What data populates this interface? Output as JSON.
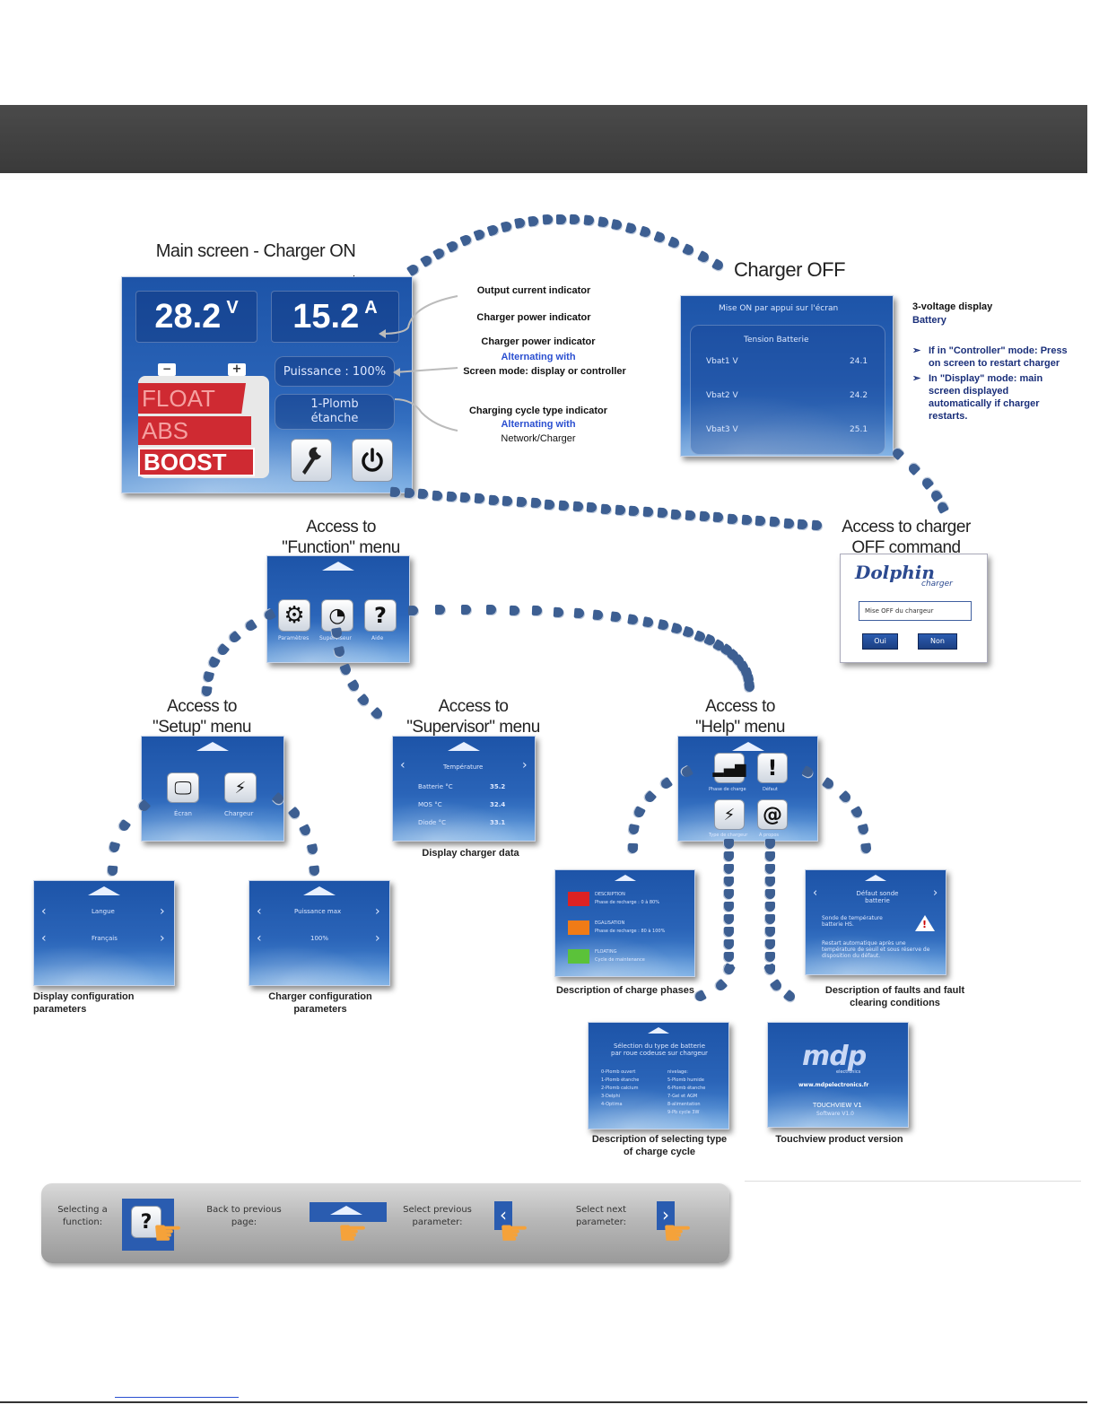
{
  "main_screen": {
    "title": "Main screen - Charger ON",
    "voltage": "28.2",
    "voltage_unit": "V",
    "current": "15.2",
    "current_unit": "A",
    "power": "Puissance : 100%",
    "battery_type_line1": "1-Plomb",
    "battery_type_line2": "étanche",
    "phases": [
      "FLOAT",
      "ABS",
      "BOOST"
    ],
    "wrench_icon": "wrench-icon",
    "power_icon": "power-icon"
  },
  "annotations": {
    "output_current": "Output current indicator",
    "power_indicator": "Charger power indicator",
    "power_indicator_2": "Charger power indicator",
    "alternating_1": "Alternating with",
    "screen_mode": "Screen mode: display or controller",
    "cycle_type": "Charging cycle type indicator",
    "alternating_2": "Alternating with",
    "network_charger": "Network/Charger"
  },
  "charger_off": {
    "title": "Charger OFF",
    "top_text": "Mise ON par appui sur l'écran",
    "panel_title": "Tension Batterie",
    "rows": [
      {
        "label": "Vbat1 V",
        "value": "24.1"
      },
      {
        "label": "Vbat2 V",
        "value": "24.2"
      },
      {
        "label": "Vbat3 V",
        "value": "25.1"
      }
    ],
    "desc_title": "3-voltage display",
    "desc_sub": "Battery",
    "bullets": [
      "If in \"Controller\" mode: Press on screen to restart charger",
      "In \"Display\" mode: main screen displayed automatically if charger restarts."
    ]
  },
  "off_command": {
    "title_line1": "Access to charger",
    "title_line2": "OFF command",
    "brand": "Dolphin",
    "brand_sub": "charger",
    "field_text": "Mise OFF du chargeur",
    "btn_yes": "Oui",
    "btn_no": "Non"
  },
  "function_menu": {
    "title_line1": "Access to",
    "title_line2": "\"Function\" menu",
    "labels": [
      "Paramètres",
      "Superviseur",
      "Aide"
    ]
  },
  "setup_menu": {
    "title_line1": "Access to",
    "title_line2": "\"Setup\" menu",
    "labels": [
      "Écran",
      "Chargeur"
    ]
  },
  "supervisor_menu": {
    "title_line1": "Access to",
    "title_line2": "\"Supervisor\" menu",
    "panel_title": "Température",
    "rows": [
      {
        "label": "Batterie °C",
        "value": "35.2"
      },
      {
        "label": "MOS °C",
        "value": "32.4"
      },
      {
        "label": "Diode °C",
        "value": "33.1"
      }
    ],
    "caption": "Display charger data"
  },
  "help_menu": {
    "title_line1": "Access to",
    "title_line2": "\"Help\" menu",
    "labels": [
      "Phase de charge",
      "Défaut",
      "Type de chargeur",
      "A propos"
    ]
  },
  "display_config": {
    "row1": "Langue",
    "row2": "Français",
    "caption_line1": "Display configuration",
    "caption_line2": "parameters"
  },
  "charger_config": {
    "row1": "Puissance max",
    "row2": "100%",
    "caption_line1": "Charger configuration",
    "caption_line2": "parameters"
  },
  "charge_phases": {
    "items": [
      {
        "name": "DESCRIPTION",
        "text": "Phase de recharge : 0 à 80%"
      },
      {
        "name": "EGALISATION",
        "text": "Phase de recharge : 80 à 100%"
      },
      {
        "name": "FLOATING",
        "text": "Cycle de maintenance"
      }
    ],
    "caption": "Description of charge phases"
  },
  "faults": {
    "panel_title_line1": "Défaut sonde",
    "panel_title_line2": "batterie",
    "text1": "Sonde de température batterie HS.",
    "text2": "Restart automatique après une température de seuil et sous réserve de disposition du défaut.",
    "caption_line1": "Description of faults and fault",
    "caption_line2": "clearing conditions"
  },
  "cycle_select": {
    "title_line1": "Sélection du type de batterie",
    "title_line2": "par roue codeuse sur chargeur",
    "left": [
      "0-Plomb ouvert",
      "1-Plomb étanche",
      "2-Plomb calcium",
      "3-Delphi",
      "4-Optima"
    ],
    "right": [
      "nivelage:",
      "5-Plomb humide",
      "6-Plomb étanche",
      "7-Gel et AGM",
      "8-alimentation",
      "9-Pb cycle 3W"
    ],
    "caption_line1": "Description of selecting type",
    "caption_line2": "of charge cycle"
  },
  "version": {
    "logo": "mdp",
    "logo_sub": "electronics",
    "url": "www.mdpelectronics.fr",
    "product": "TOUCHVIEW V1",
    "software": "Software V1.0",
    "caption": "Touchview product version"
  },
  "legend": {
    "select_function": "Selecting a function:",
    "back": "Back to previous page:",
    "prev_param": "Select previous parameter:",
    "next_param": "Select next parameter:"
  }
}
